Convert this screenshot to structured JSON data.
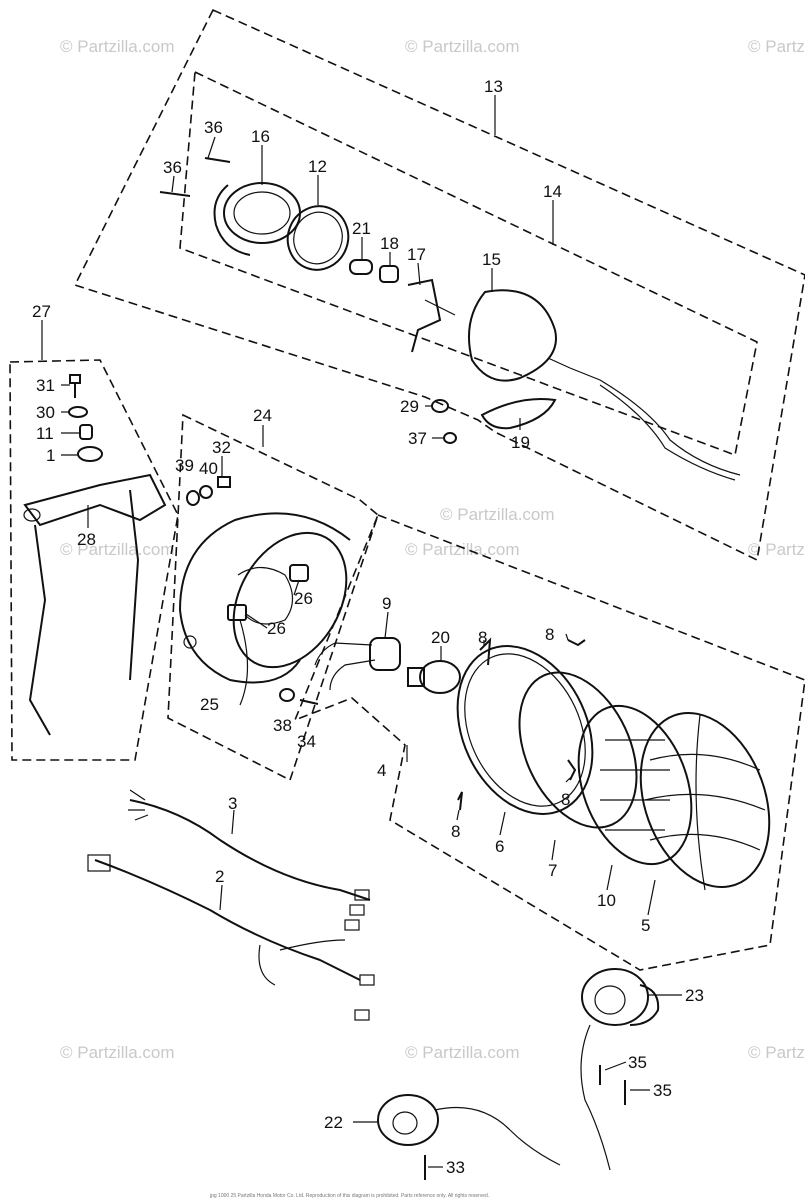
{
  "watermarks": [
    "© Partzilla.com",
    "© Partzilla.com",
    "© Partzilla.com",
    "© Partzilla.com",
    "© Partzilla.com",
    "© Partzilla.com",
    "© Partzilla.com",
    "© Partzilla.com",
    "© Partzilla.com",
    "© Partzilla.com"
  ],
  "footer_fine_print": "jpg 1000 25 Partzilla Honda Motor Co. Ltd. Reproduction of this diagram is prohibited. Parts reference only. All rights reserved.",
  "callouts": {
    "c13": "13",
    "c14": "14",
    "c36a": "36",
    "c16": "16",
    "c36b": "36",
    "c12": "12",
    "c21": "21",
    "c18": "18",
    "c17": "17",
    "c15": "15",
    "c27": "27",
    "c31": "31",
    "c30": "30",
    "c11": "11",
    "c1": "1",
    "c28": "28",
    "c29": "29",
    "c37": "37",
    "c19": "19",
    "c24": "24",
    "c32": "32",
    "c39": "39",
    "c40": "40",
    "c26a": "26",
    "c26b": "26",
    "c9": "9",
    "c20": "20",
    "c8a": "8",
    "c8b": "8",
    "c8c": "8",
    "c8d": "8",
    "c25": "25",
    "c38": "38",
    "c34": "34",
    "c4": "4",
    "c3": "3",
    "c2": "2",
    "c6": "6",
    "c7": "7",
    "c10": "10",
    "c5": "5",
    "c23": "23",
    "c35a": "35",
    "c35b": "35",
    "c22": "22",
    "c33": "33"
  }
}
